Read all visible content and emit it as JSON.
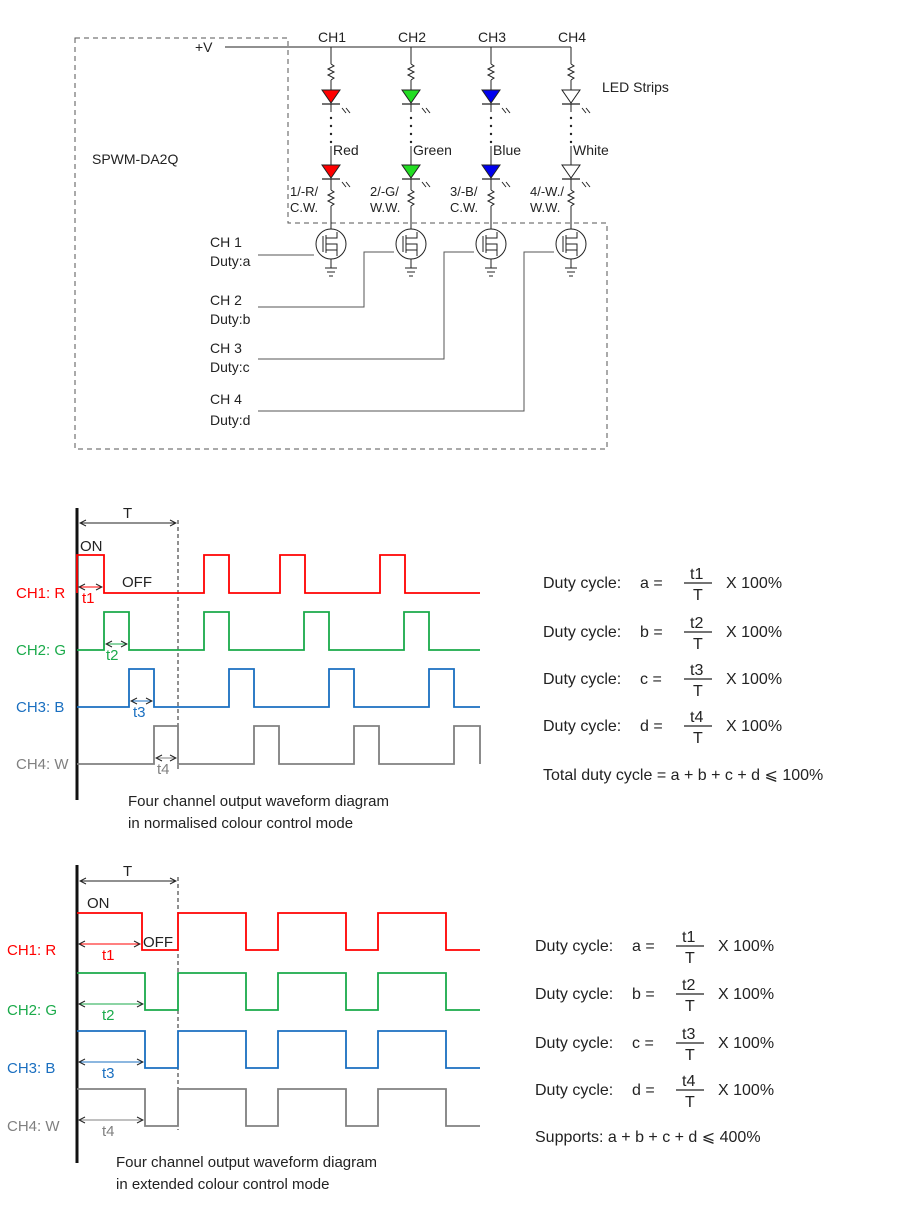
{
  "circuit": {
    "module_label": "SPWM-DA2Q",
    "supply_label": "+V",
    "led_strips_label": "LED Strips",
    "channels": [
      {
        "name": "CH1",
        "color": "#ff0000",
        "color_name": "Red",
        "terminal_line1": "1/-R/",
        "terminal_line2": "C.W.",
        "input_line1": "CH 1",
        "input_line2": "Duty:a"
      },
      {
        "name": "CH2",
        "color": "#22dd22",
        "color_name": "Green",
        "terminal_line1": "2/-G/",
        "terminal_line2": "W.W.",
        "input_line1": "CH 2",
        "input_line2": "Duty:b"
      },
      {
        "name": "CH3",
        "color": "#0000ee",
        "color_name": "Blue",
        "terminal_line1": "3/-B/",
        "terminal_line2": "C.W.",
        "input_line1": "CH 3",
        "input_line2": "Duty:c"
      },
      {
        "name": "CH4",
        "color": "#ffffff",
        "color_name": "White",
        "terminal_line1": "4/-W./",
        "terminal_line2": "W.W.",
        "input_line1": "CH 4",
        "input_line2": "Duty:d"
      }
    ]
  },
  "waveforms": {
    "normalised": {
      "period_label": "T",
      "on_label": "ON",
      "off_label": "OFF",
      "caption_line1": "Four channel output waveform diagram",
      "caption_line2": "in normalised colour control mode",
      "channels": [
        {
          "label": "CH1: R",
          "color": "#ff0000",
          "t_label": "t1"
        },
        {
          "label": "CH2: G",
          "color": "#1aaa4a",
          "t_label": "t2"
        },
        {
          "label": "CH3: B",
          "color": "#1a6fc0",
          "t_label": "t3"
        },
        {
          "label": "CH4: W",
          "color": "#808080",
          "t_label": "t4"
        }
      ],
      "formulas": [
        {
          "prefix": "Duty cycle:",
          "var": "a =",
          "num": "t1",
          "den": "T",
          "suffix": "X 100%"
        },
        {
          "prefix": "Duty cycle:",
          "var": "b =",
          "num": "t2",
          "den": "T",
          "suffix": "X 100%"
        },
        {
          "prefix": "Duty cycle:",
          "var": "c =",
          "num": "t3",
          "den": "T",
          "suffix": "X 100%"
        },
        {
          "prefix": "Duty cycle:",
          "var": "d =",
          "num": "t4",
          "den": "T",
          "suffix": "X 100%"
        }
      ],
      "total_note": "Total duty cycle = a + b + c + d ⩽ 100%"
    },
    "extended": {
      "period_label": "T",
      "on_label": "ON",
      "off_label": "OFF",
      "caption_line1": "Four channel output waveform diagram",
      "caption_line2": "in extended colour control mode",
      "channels": [
        {
          "label": "CH1: R",
          "color": "#ff0000",
          "t_label": "t1"
        },
        {
          "label": "CH2: G",
          "color": "#1aaa4a",
          "t_label": "t2"
        },
        {
          "label": "CH3: B",
          "color": "#1a6fc0",
          "t_label": "t3"
        },
        {
          "label": "CH4: W",
          "color": "#808080",
          "t_label": "t4"
        }
      ],
      "formulas": [
        {
          "prefix": "Duty cycle:",
          "var": "a =",
          "num": "t1",
          "den": "T",
          "suffix": "X 100%"
        },
        {
          "prefix": "Duty cycle:",
          "var": "b =",
          "num": "t2",
          "den": "T",
          "suffix": "X 100%"
        },
        {
          "prefix": "Duty cycle:",
          "var": "c =",
          "num": "t3",
          "den": "T",
          "suffix": "X 100%"
        },
        {
          "prefix": "Duty cycle:",
          "var": "d =",
          "num": "t4",
          "den": "T",
          "suffix": "X 100%"
        }
      ],
      "total_note": "Supports: a + b + c + d ⩽ 400%"
    }
  }
}
